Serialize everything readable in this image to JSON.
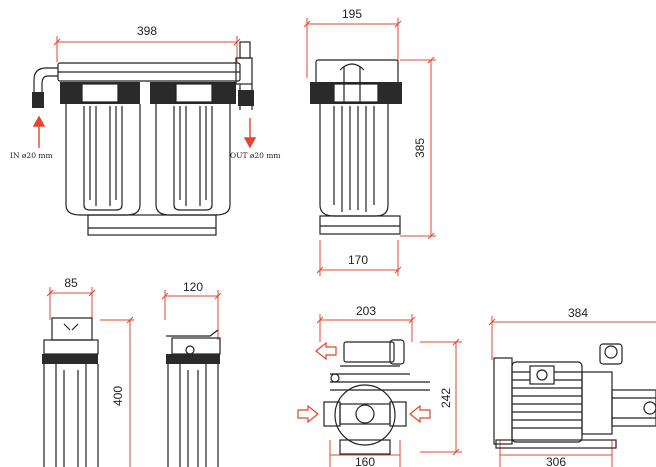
{
  "colors": {
    "dimension_line": "#e0472c",
    "outline": "#222222",
    "dark_band": "#2a2a2a",
    "arrow": "#e0472c"
  },
  "labels": {
    "twin_width": "398",
    "side_width_top": "195",
    "side_height": "385",
    "side_width_bottom": "170",
    "inlet": "IN ø20 mm",
    "outlet": "OUT ø20 mm",
    "housing1_width": "85",
    "housing1_height": "400",
    "housing2_width": "120",
    "pump_width": "203",
    "pump_height": "242",
    "pump_base": "160",
    "motor_width": "384",
    "motor_base": "306"
  }
}
